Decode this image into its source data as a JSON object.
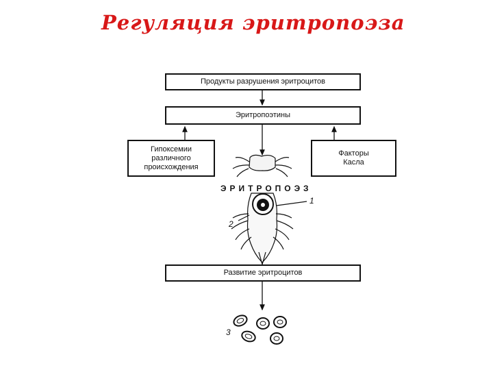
{
  "title": "Регуляция эритропоэза",
  "boxes": {
    "breakdown_products": "Продукты разрушения эритроцитов",
    "erythropoietins": "Эритропоэтины",
    "hypoxemia": [
      "Гипоксемии",
      "различного",
      "происхождения"
    ],
    "castle_factors": [
      "Факторы",
      "Касла"
    ],
    "erythrocyte_development": "Развитие эритроцитов"
  },
  "labels": {
    "erythropoiesis": "ЭРИТРОПОЭЗ",
    "marker_1": "1",
    "marker_2": "2",
    "marker_3": "3"
  }
}
